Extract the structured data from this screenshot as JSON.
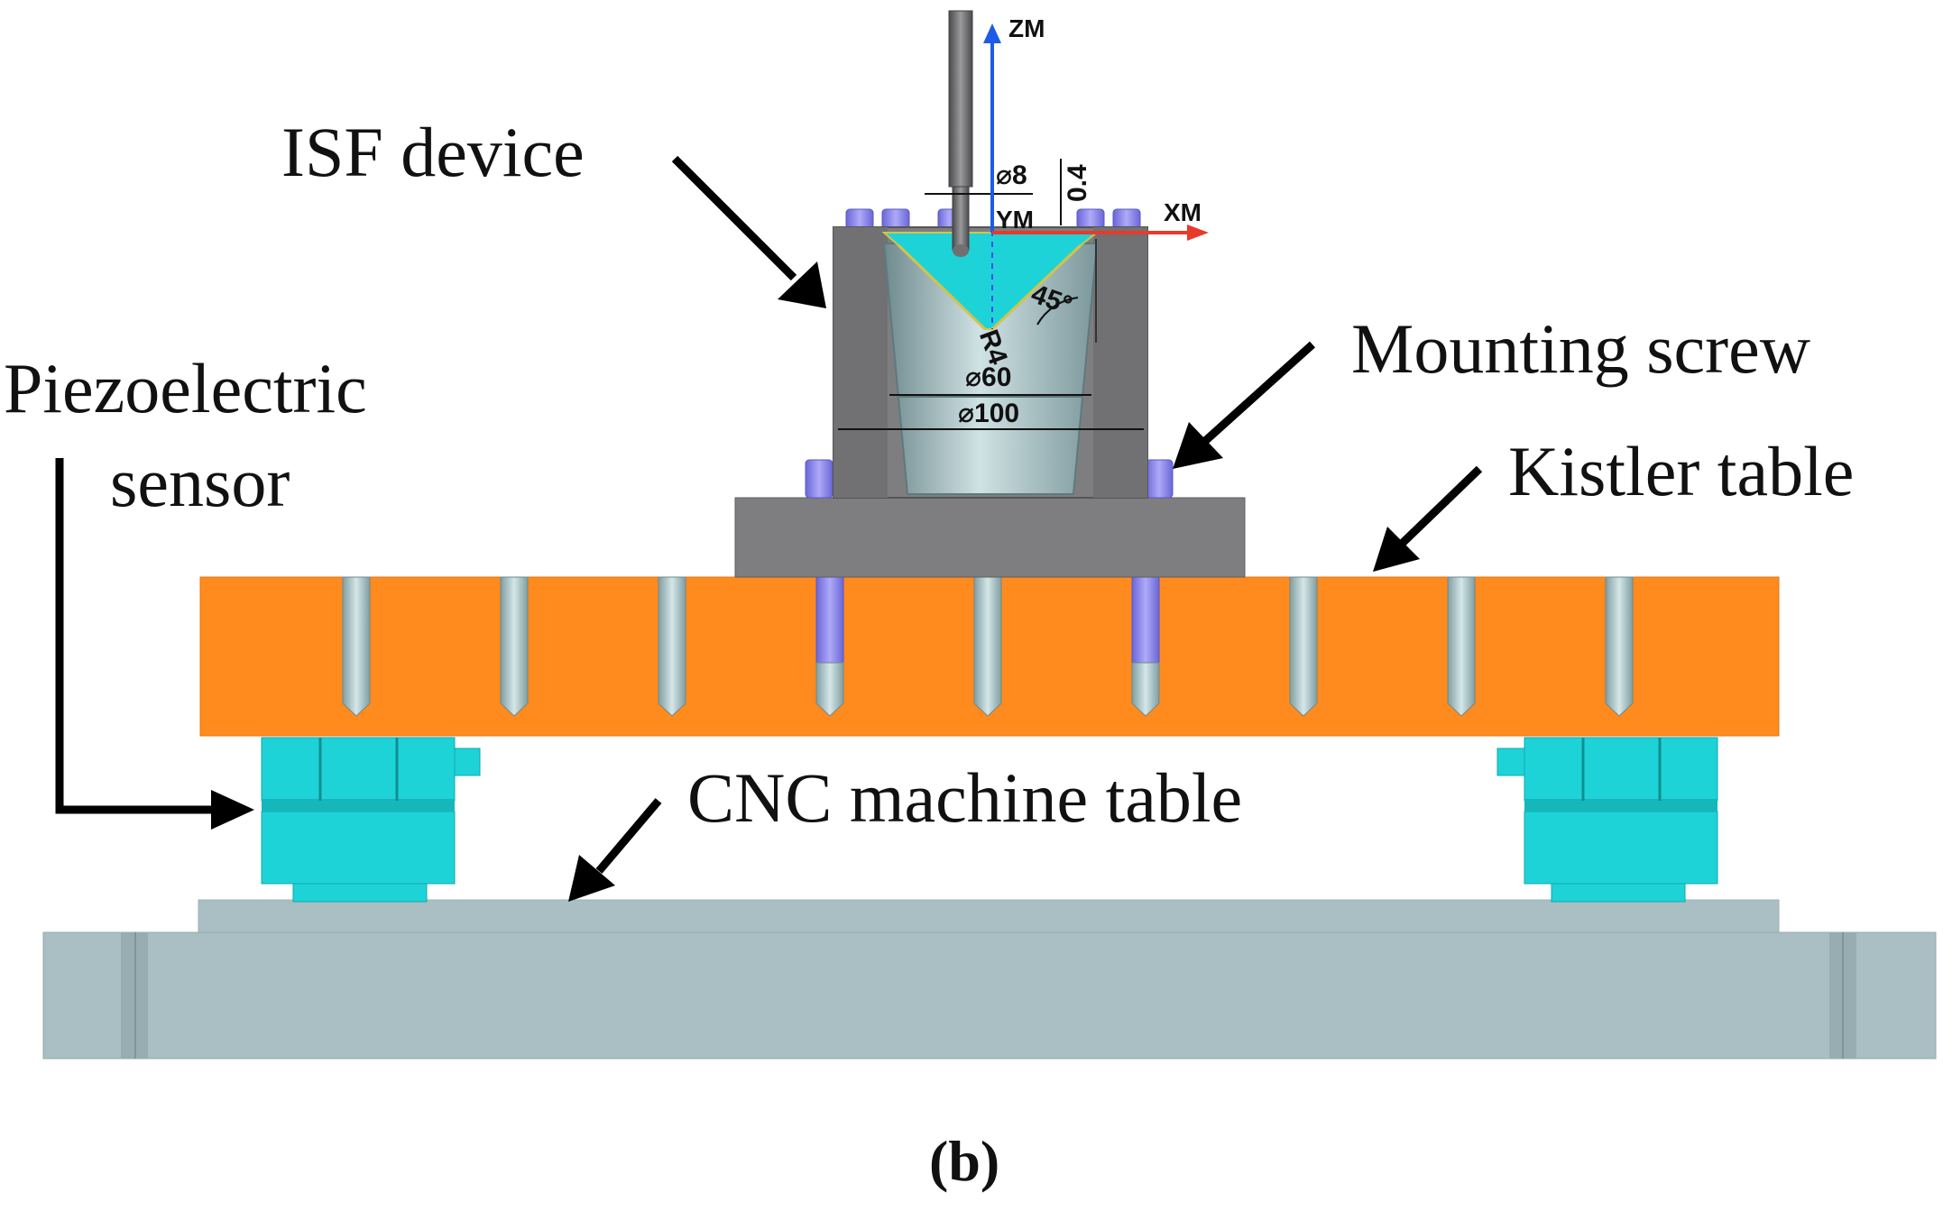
{
  "labels": {
    "isf_device": "ISF device",
    "mounting_screw": "Mounting screw",
    "piezo_line1": "Piezoelectric",
    "piezo_line2": "sensor",
    "kistler_table": "Kistler table",
    "cnc_table": "CNC machine table",
    "caption": "(b)"
  },
  "dimensions": {
    "tool_dia": "⌀8",
    "offset": "0.4",
    "angle": "45°",
    "radius": "R4",
    "inner_dia": "⌀60",
    "outer_dia": "⌀100"
  },
  "axes": {
    "z": "ZM",
    "x": "XM",
    "y": "YM"
  },
  "colors": {
    "kistler_orange": "#FF8A1E",
    "cnc_gray_blue": "#A9BFC3",
    "sensor_cyan": "#1ED3D7",
    "screw_purple": "#8A86F0",
    "fixture_gray": "#7E7E80",
    "axis_blue": "#1E5BE8",
    "axis_red": "#E83A2A"
  }
}
